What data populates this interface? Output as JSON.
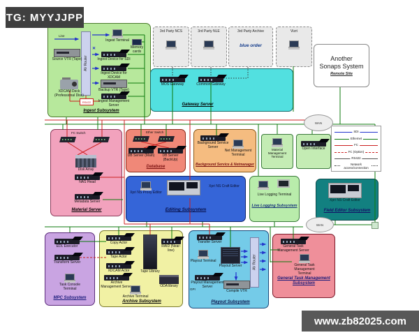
{
  "page": {
    "tg_label": "TG: MYYJJPP",
    "watermark": "www.zb82025.com"
  },
  "colors": {
    "sdi": "#2233cc",
    "ethernet": "#0c7a0c",
    "fc": "#cc2020",
    "rs422": "#555555",
    "ingest_fill": "#b7e89c",
    "gateway_fill": "#52e0e0",
    "material_fill": "#f2a2bd",
    "database_fill": "#f08878",
    "background_fill": "#f5bc80",
    "editing_fill": "#3565d8",
    "live_logging_fill": "#b9ecab",
    "field_editor_fill": "#128080",
    "mpc_fill": "#c9a4e2",
    "archive_fill": "#f1f1a4",
    "playout_fill": "#74cbe8",
    "gtm_fill": "#ef8f9a"
  },
  "ingest": {
    "title": "Ingest Subsystem",
    "line_label": "Line",
    "av_router": "AV Router",
    "rs422": "RS422",
    "devices": {
      "ingest_terminal": "Ingest Terminal",
      "memory_cards": "Memory cards",
      "ingest_sdi": "Ingest Device for SDI",
      "ingest_xdcam": "Ingest Device for XDCAM",
      "backup_vtr": "Backup VTR (Tape)",
      "source_vtr": "Source VTR (Tape)",
      "ingest_mgmt": "Ingest Management Server",
      "xdcam_deck": "XDCAM Deck (Professional Disc)"
    }
  },
  "third_party": {
    "ncs": "3rd Party NCS",
    "nle": "3rd Party NLE",
    "archive": "3rd Party Archive",
    "blue_order": "blue order",
    "vizrt": "Vizrt"
  },
  "gateway": {
    "title": "Gateway Server",
    "mos": "MOS Gateway",
    "common": "Common Gateway"
  },
  "remote": {
    "line1": "Another",
    "line2": "Sonaps System",
    "sub": "Remote Site",
    "wan": "WAN"
  },
  "material": {
    "title": "Material Server",
    "fc_switch": "FC Switch",
    "disk_array": "Disk Array",
    "nas_head": "NAS Head",
    "metadata": "Metadata Server"
  },
  "database": {
    "title": "Database",
    "ether_switch": "Ether Switch",
    "db_main": "DB Server (Main)",
    "db_backup": "DB Server (BackUp)"
  },
  "background": {
    "title": "Background Service & Netmanager",
    "bg_server": "Background Service Server",
    "net_terminal": "Net Management Terminal"
  },
  "terminals": {
    "material_mgmt": "Material Management Terminal",
    "open_interface": "Open Interface"
  },
  "legend": {
    "items": [
      {
        "label": "SDI",
        "color": "#2233cc",
        "style": "solid"
      },
      {
        "label": "Ethernet",
        "color": "#0c7a0c",
        "style": "solid"
      },
      {
        "label": "FC",
        "color": "#cc2020",
        "style": "solid"
      },
      {
        "label": "FC (Option)",
        "color": "#cc2020",
        "style": "dashed"
      },
      {
        "label": "RS422",
        "color": "#555555",
        "style": "solid"
      },
      {
        "label": "Network access/connection",
        "color": "#333333",
        "style": "dotted"
      }
    ]
  },
  "editing": {
    "title": "Editing Subsystem",
    "proxy": "Xpri NS Proxy Editor",
    "craft": "Xpri NS Craft Editor"
  },
  "live_logging": {
    "title": "Live Logging Subsystem",
    "terminal": "Live Logging Terminal"
  },
  "field_editor": {
    "title": "Field Editor Subsystem",
    "craft": "Xpri NS Craft Editor",
    "wan": "WAN"
  },
  "mpc": {
    "title": "MPC Subsystem",
    "edl": "EDL Executor",
    "transform": "Transform Server",
    "task_console": "Task Console Terminal"
  },
  "archive": {
    "title": "Archive Subsystem",
    "copy_actor": "Copy Actor",
    "tape_actor": "Tape Actor",
    "xdcam_actor": "XDCAM Actor",
    "mgmt": "Archive Management Server",
    "terminal": "Archive Terminal",
    "tape_library": "Tape Library",
    "raid": "RAID (Near-line)",
    "oda": "ODA library"
  },
  "playout": {
    "title": "Playout Subsystem",
    "transfer": "Transfer Server",
    "terminal": "Playout Terminal",
    "server": "Playout Server",
    "av_router": "AV Router",
    "mgmt": "Playout Management Server",
    "gpi": "GPI",
    "compile_vtr": "Compile VTR"
  },
  "gtm": {
    "title": "General Task Management Subsystem",
    "server": "General Task Management Server",
    "terminal": "General Task Management Terminal"
  }
}
